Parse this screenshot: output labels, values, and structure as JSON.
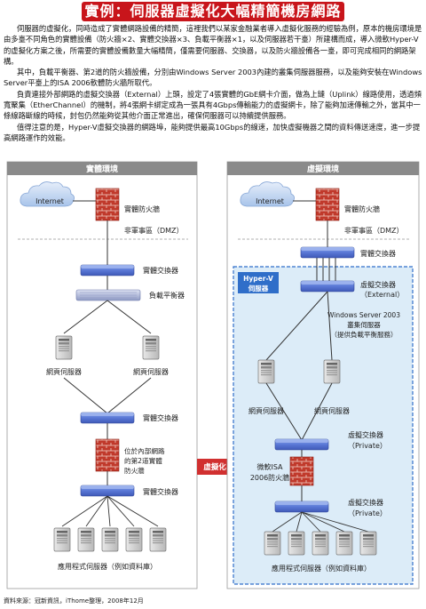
{
  "title": "實例：伺服器虛擬化大幅精簡機房網路架構",
  "intro": [
    "伺服器的虛擬化，同時造成了實體網路設備的精簡，這裡我們以某家金融業者導入虛擬化服務的經驗為例，原本的機房環境是由多臺不同角色的實體設備（防火牆×2、實體交換器×3、負載平衡器×1，以及伺服器若干臺）所建構而成，導入微軟Hyper-V的虛擬化方案之後，所需要的實體設備數量大幅精簡，僅需要伺服器、交換器，以及防火牆設備各一臺，即可完成相同的網路架構。",
    "其中，負載平衡器、第2道的防火牆設備，分別由Windows Server 2003內建的叢集伺服器服務，以及能夠安裝在Windows Server平臺上的ISA 2006軟體防火牆所取代。",
    "負責連接外部網路的虛擬交換器（External）上頭，設定了4張實體的GbE網卡介面，做為上鏈（Uplink）線路使用，透過頻寬聚集（EtherChannel）的機制，將4張網卡綁定成為一張具有4Gbps傳輸能力的虛擬網卡，除了能夠加速傳輸之外，當其中一條線路斷線的時候，封包仍然能夠從其他介面正常進出，確保伺服器可以持續提供服務。",
    "值得注意的是，Hyper-V虛擬交換器的網路埠，能夠提供最高10Gbps的線速，加快虛擬機器之間的資料傳送速度，進一步提高網路運作的效能。"
  ],
  "left": {
    "header": "實體環境",
    "internet": "Internet",
    "firewall": "實體防火牆",
    "dmz": "非軍事區（DMZ）",
    "switch1": "實體交換器",
    "lb": "負載平衡器",
    "web1": "網頁伺服器",
    "web2": "網頁伺服器",
    "switch2": "實體交換器",
    "fw2": [
      "位於內部網路",
      "的第2道實體",
      "防火牆"
    ],
    "switch3": "實體交換器",
    "apps": "應用程式伺服器（例如資料庫）"
  },
  "arrow": "虛擬化",
  "right": {
    "header": "虛擬環境",
    "internet": "Internet",
    "firewall": "實體防火牆",
    "dmz": "非軍事區（DMZ）",
    "switch1": "實體交換器",
    "hyperv": [
      "Hyper-V",
      "伺服器"
    ],
    "vswitch_ext": [
      "虛擬交換器",
      "（External）"
    ],
    "cluster": [
      "Windows Server 2003",
      "叢集伺服器",
      "（提供負載平衡服務）"
    ],
    "web1": "網頁伺服器",
    "web2": "網頁伺服器",
    "vswitch_priv1": [
      "虛擬交換器",
      "（Private）"
    ],
    "isa": [
      "微軟ISA",
      "2006防火牆"
    ],
    "vswitch_priv2": [
      "虛擬交換器",
      "（Private）"
    ],
    "apps": "應用程式伺服器（例如資料庫）"
  },
  "source": "資料來源：冠新資訊，iThome整理，2008年12月",
  "colors": {
    "title_red": "#c8151b",
    "header_gray": "#8a8a8a",
    "switch_blue": "#5f7fd8",
    "arrow_red": "#d13030",
    "hyperv_blue": "#2f6ec9",
    "cloud_blue": "#bcd3ef"
  }
}
